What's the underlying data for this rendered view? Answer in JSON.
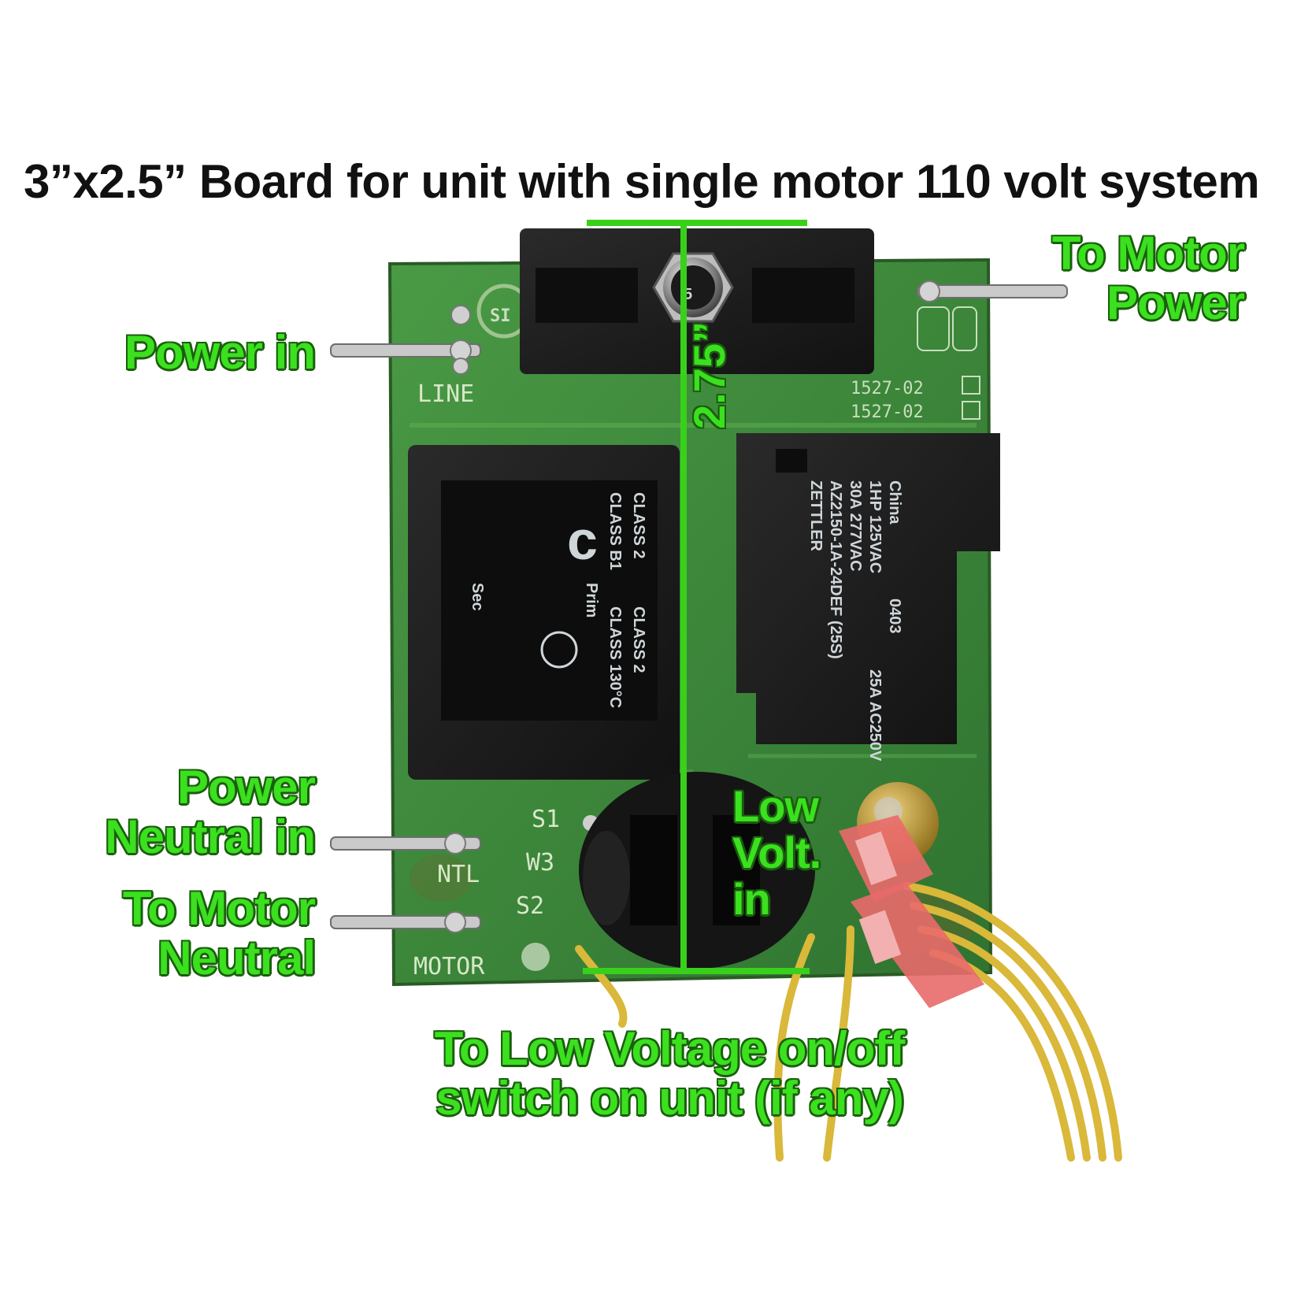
{
  "title": "3”x2.5” Board for unit with single motor 110 volt system",
  "callouts": {
    "power_in": "Power in",
    "to_motor_power": [
      "To Motor",
      "Power"
    ],
    "power_neutral_in": [
      "Power",
      "Neutral in"
    ],
    "to_motor_neutral": [
      "To Motor",
      "Neutral"
    ],
    "low_volt_in": [
      "Low",
      "Volt.",
      "in"
    ],
    "to_low_voltage_switch": [
      "To Low Voltage on/off",
      "switch on unit (if any)"
    ]
  },
  "dimension": "2.75”",
  "board_silkscreen": {
    "line": "LINE",
    "ntl": "NTL",
    "motor": "MOTOR",
    "s1": "S1",
    "w3": "W3",
    "s2": "S2",
    "part_1": "1527-02",
    "part_2": "1527-02"
  },
  "fuse_label": "5",
  "transformer_text": [
    "CLASS 2",
    "CLASS B1",
    "Prim",
    "Sec",
    "CLASS 2",
    "CLASS 130°C"
  ],
  "relay_text": [
    "ZETTLER",
    "AZ2150-1A-24DEF (25S)",
    "30A 277VAC",
    "1HP 125VAC",
    "China",
    "0403",
    "25A AC250V"
  ],
  "colors": {
    "callout": "#3be01f",
    "callout_outline": "#1b5e0e",
    "pcb": "#3f8a3a",
    "component": "#1c1c1c",
    "wire": "#d9b83a",
    "connector": "#e86a6a",
    "dimension_line": "#39d01c"
  }
}
